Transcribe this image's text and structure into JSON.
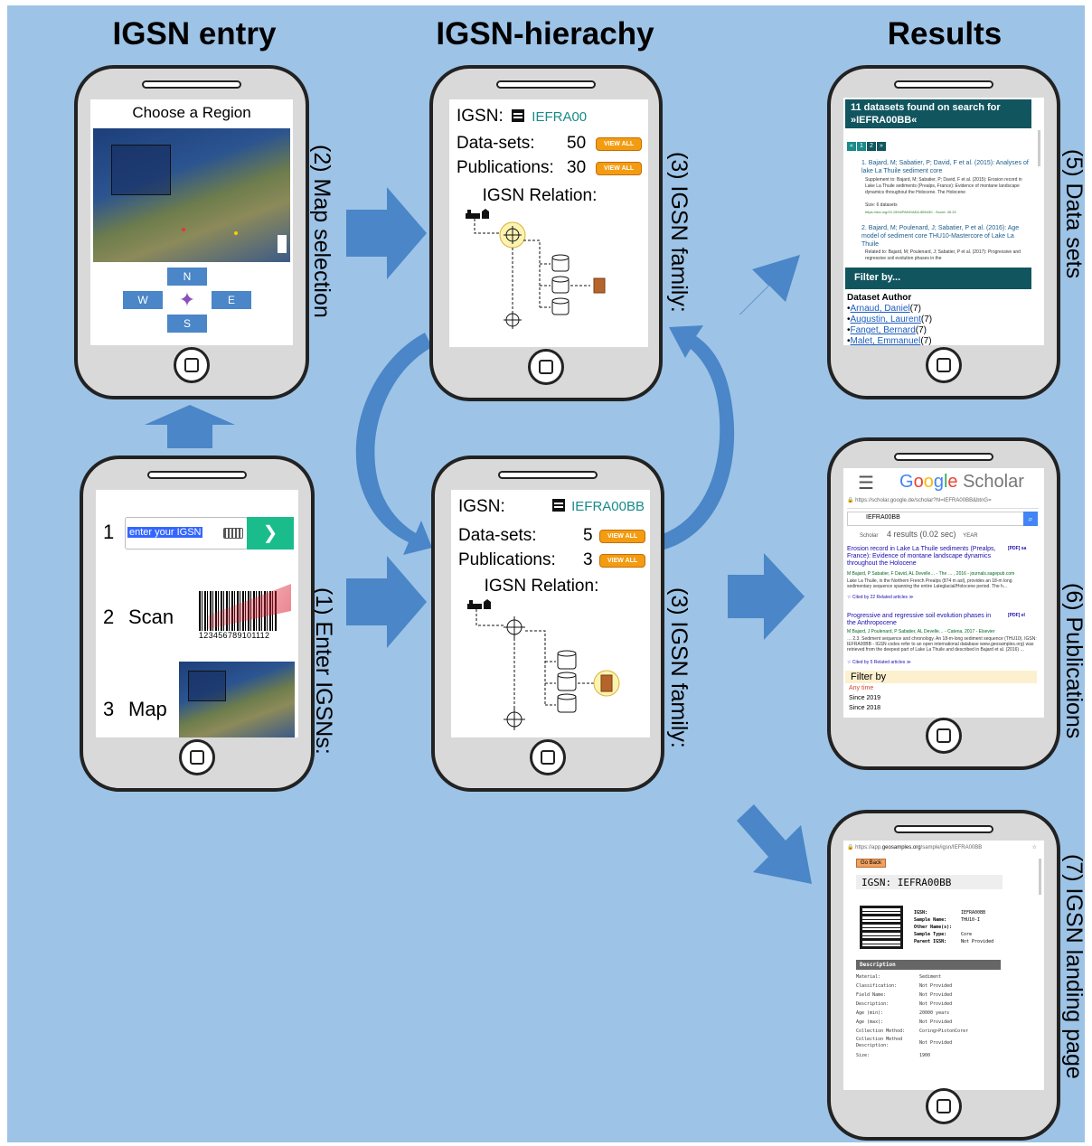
{
  "titles": {
    "entry": "IGSN entry",
    "hierarchy": "IGSN-hierachy",
    "results": "Results"
  },
  "labels": {
    "map_selection": "(2) Map selection",
    "enter_igsns": "(1) Enter IGSNs:",
    "family_top": "(3) IGSN family:",
    "family_bottom": "(3) IGSN family:",
    "data_sets": "(5) Data sets",
    "publications": "(6) Publications",
    "landing_page": "(7) IGSN landing page"
  },
  "map_phone": {
    "title": "Choose a Region",
    "compass": {
      "n": "N",
      "w": "W",
      "e": "E",
      "s": "S"
    }
  },
  "entry_phone": {
    "n1": "1",
    "input_placeholder": "enter your IGSN",
    "go": "❯",
    "n2": "2",
    "scan": "Scan",
    "barcode_digits": "123456789101112",
    "n3": "3",
    "map": "Map"
  },
  "hier_top": {
    "igsn_label": "IGSN:",
    "igsn_value": "IEFRA00",
    "datasets_label": "Data-sets:",
    "datasets_count": "50",
    "pubs_label": "Publications:",
    "pubs_count": "30",
    "view_all": "VIEW ALL",
    "relation": "IGSN Relation:"
  },
  "hier_bottom": {
    "igsn_label": "IGSN:",
    "igsn_value": "IEFRA00BB",
    "datasets_label": "Data-sets:",
    "datasets_count": "5",
    "pubs_label": "Publications:",
    "pubs_count": "3",
    "view_all": "VIEW ALL",
    "relation": "IGSN Relation:"
  },
  "datasets_phone": {
    "header": "11 datasets found on search for »IEFRA00BB«",
    "pages": [
      "«",
      "1",
      "2",
      "»"
    ],
    "r1_title": "1. Bajard, M; Sabatier, P; David, F et al. (2015): Analyses of lake La Thuile sediment core",
    "r1_supp": "Supplement to: Bajard, M; Sabatier, P; David, F et al. (2015): Erosion record in Lake La Thuile sediments (Prealps, France): Evidence of montane landscape dynamics throughout the Holocene. The Holocene",
    "r1_size": "Size: 6 datasets",
    "r1_doi": "https://doi.org/10.1594/PANGAEA.855430 - Score: 45.23",
    "r2_title": "2. Bajard, M; Poulenard, J; Sabatier, P et al. (2016): Age model of sediment core THU10-Mastercore of Lake La Thuile",
    "r2_related": "Related to: Bajard, M; Poulenard, J; Sabatier, P et al. (2017): Progressive and regressive soil evolution phases in the",
    "filter_by": "Filter by...",
    "author_heading": "Dataset Author",
    "authors": [
      {
        "name": "Arnaud, Daniel",
        "count": "(7)"
      },
      {
        "name": "Augustin, Laurent",
        "count": "(7)"
      },
      {
        "name": "Fanget, Bernard",
        "count": "(7)"
      },
      {
        "name": "Malet, Emmanuel",
        "count": "(7)"
      }
    ]
  },
  "scholar_phone": {
    "menu": "☰",
    "logo": [
      {
        "t": "G",
        "c": "#4285f4"
      },
      {
        "t": "o",
        "c": "#ea4335"
      },
      {
        "t": "o",
        "c": "#fbbc05"
      },
      {
        "t": "g",
        "c": "#4285f4"
      },
      {
        "t": "l",
        "c": "#34a853"
      },
      {
        "t": "e",
        "c": "#ea4335"
      }
    ],
    "logo_suffix": " Scholar",
    "url": "https://scholar.google.de/scholar?hl=IEFRA00BB&btnG=",
    "query": "IEFRA00BB",
    "scholar": "Scholar",
    "results": "4 results (0.02 sec)",
    "year": "YEAR",
    "r1_title": "Erosion record in Lake La Thuile sediments (Prealps, France): Evidence of montane landscape dynamics throughout the Holocene",
    "r1_pdf": "[PDF] sa",
    "r1_authors": "M Bajard, P Sabatier, F David, AL Develle… - The … , 2016 - journals.sagepub.com",
    "r1_snippet": "Lake La Thuile, in the Northern French Prealps (874 m asl), provides an 18-m long sedimentary sequence spanning the entire Lateglacial/Holocene period. The h...",
    "r1_cited": "☆ Cited by 22 Related articles ≫",
    "r2_title": "Progressive and regressive soil evolution phases in the Anthropocene",
    "r2_pdf": "[PDF] el",
    "r2_authors": "M Bajard, J Poulenard, P Sabatier, AL Develle… - Catena, 2017 - Elsevier",
    "r2_snippet": "… 2.3. Sediment sequence and chronology. An 18-m-long sediment sequence (THU10). IGSN: IEFRA00BB - IGSN codes refer to an open international database www.geosamples.org) was retrieved from the deepest part of Lake La Thuile and described in Bajard et al. (2016) …",
    "r2_cited": "☆ Cited by 5 Related articles ≫",
    "filter_by": "Filter by",
    "filters": [
      "Any time",
      "Since 2019",
      "Since 2018"
    ]
  },
  "landing_phone": {
    "url_prefix": "https://app.",
    "url_host": "geosamples.org",
    "url_path": "/sample/igsn/IEFRA00BB",
    "go_back": "Go Back",
    "heading": "IGSN: IEFRA00BB",
    "fields": [
      {
        "k": "IGSN:",
        "v": "IEFRA00BB"
      },
      {
        "k": "Sample Name:",
        "v": "THU10-I"
      },
      {
        "k": "Other Name(s):",
        "v": ""
      },
      {
        "k": "Sample Type:",
        "v": "Core"
      },
      {
        "k": "Parent IGSN:",
        "v": "Not Provided"
      }
    ],
    "desc_heading": "Description",
    "desc": [
      {
        "k": "Material:",
        "v": "Sediment"
      },
      {
        "k": "Classification:",
        "v": "Not Provided"
      },
      {
        "k": "Field Name:",
        "v": "Not Provided"
      },
      {
        "k": "Description:",
        "v": "Not Provided"
      },
      {
        "k": "Age (min):",
        "v": "20000 years"
      },
      {
        "k": "Age (max):",
        "v": "Not Provided"
      },
      {
        "k": "Collection Method:",
        "v": "Coring>PistonCorer"
      },
      {
        "k": "Collection Method Description:",
        "v": "Not Provided"
      },
      {
        "k": "Size:",
        "v": "1900"
      }
    ]
  },
  "colors": {
    "background": "#9dc3e6",
    "arrow": "#4a86c8",
    "teal": "#1a8a8a",
    "dark_teal": "#11555f",
    "orange": "#f39c12"
  }
}
